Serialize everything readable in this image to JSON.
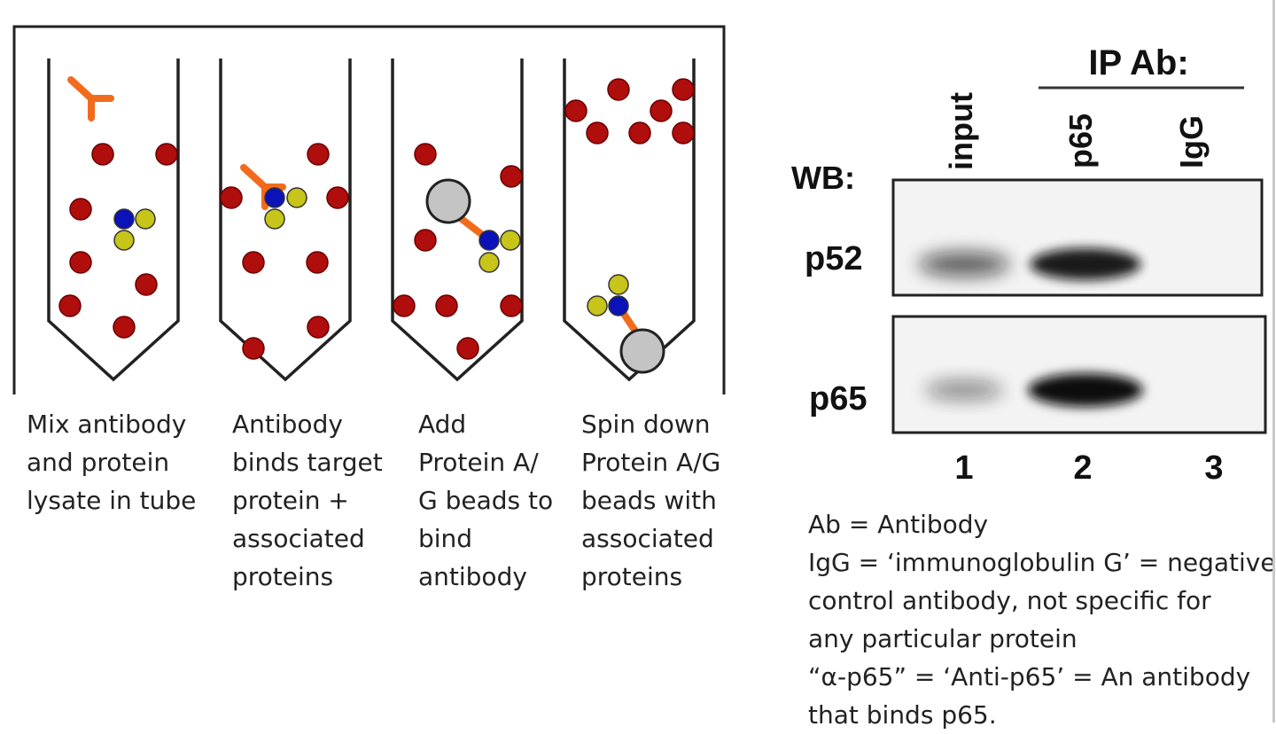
{
  "steps": [
    {
      "caption": [
        "Mix antibody",
        "and protein",
        "lysate in tube"
      ]
    },
    {
      "caption": [
        "Antibody",
        "binds target",
        "protein +",
        "associated",
        "proteins"
      ]
    },
    {
      "caption": [
        "Add",
        "Protein A/",
        "G beads to",
        "bind",
        "antibody"
      ]
    },
    {
      "caption": [
        "Spin down",
        "Protein A/G",
        "beads with",
        "associated",
        "proteins"
      ]
    }
  ],
  "blot": {
    "ip_header": "IP Ab:",
    "wb_label": "WB:",
    "lanes": [
      {
        "name": "input",
        "number": "1"
      },
      {
        "name": "p65",
        "number": "2"
      },
      {
        "name": "IgG",
        "number": "3"
      }
    ],
    "rows": [
      {
        "label": "p52",
        "band_intensity": [
          0.55,
          0.92,
          0.0
        ]
      },
      {
        "label": "p65",
        "band_intensity": [
          0.3,
          1.0,
          0.0
        ]
      }
    ]
  },
  "definitions": [
    "Ab = Antibody",
    "IgG = ‘immunoglobulin G’ = negative",
    "control antibody, not specific for",
    "any particular protein",
    "“α-p65” = ‘Anti-p65’ = An antibody",
    "that binds p65."
  ],
  "colors": {
    "antibody": "#f26b1d",
    "lysate_protein": "#b00d0d",
    "target_protein": "#0b12b8",
    "associated_protein": "#c7c41a",
    "bead": "#c4c4c4",
    "outline": "#222222"
  }
}
